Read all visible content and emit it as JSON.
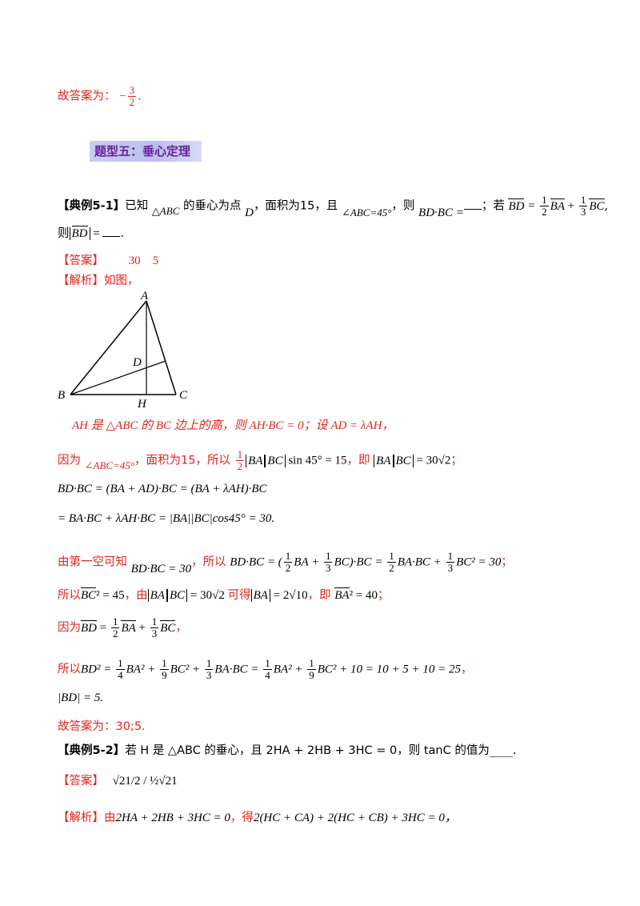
{
  "top_answer": {
    "label": "故答案为：",
    "value": "−3/2."
  },
  "section_heading": "题型五：垂心定理",
  "ex1": {
    "tag": "【典例5-1】",
    "stem_a": "已知",
    "tri": "△ABC",
    "stem_b": "的垂心为点",
    "pt": "D",
    "stem_c": "，面积为15，且",
    "angle": "∠ABC=45°",
    "stem_d": "，则",
    "dot": "BD·BC =",
    "stem_e": "；若",
    "stem_f": "则",
    "blank": "____",
    "answer_tag": "【答案】",
    "answer_value": "30    5",
    "analysis_tag": "【解析】",
    "analysis_text": "如图，",
    "figure_labels": {
      "A": "A",
      "B": "B",
      "C": "C",
      "D": "D",
      "H": "H"
    },
    "l1_a": "AH 是 △ABC 的 BC 边上的高，则 AH·BC = 0；设 AD = λAH，",
    "l2_a": "因为",
    "l2_b": "，面积为15，所以",
    "l2_c": "，即",
    "l3": "BD·BC = (BA + AD)·BC = (BA + λAH)·BC",
    "l4": "= BA·BC + λAH·BC = |BA||BC|cos45° = 30.",
    "l5_a": "由第一空可知",
    "l5_b": "BD·BC = 30",
    "l5_c": "，所以",
    "l6_a": "所以",
    "l6_b": "，由",
    "l6_c": "可得",
    "l6_d": "，即",
    "l7_a": "因为",
    "l8_a": "所以",
    "l9": "|BD| = 5.",
    "final": "故答案为：30;5."
  },
  "ex2": {
    "tag": "【典例5-2】",
    "stem": "若 H 是 △ABC 的垂心，且 2HA + 2HB + 3HC = 0，则 tanC 的值为",
    "blank": "____.",
    "answer_tag": "【答案】",
    "answer_value": "√21/2 / ½√21",
    "analysis_tag": "【解析】",
    "analysis_a": "由",
    "analysis_b": "2HA + 2HB + 3HC = 0",
    "analysis_c": "，得",
    "analysis_d": "2(HC + CA) + 2(HC + CB) + 3HC = 0，"
  }
}
